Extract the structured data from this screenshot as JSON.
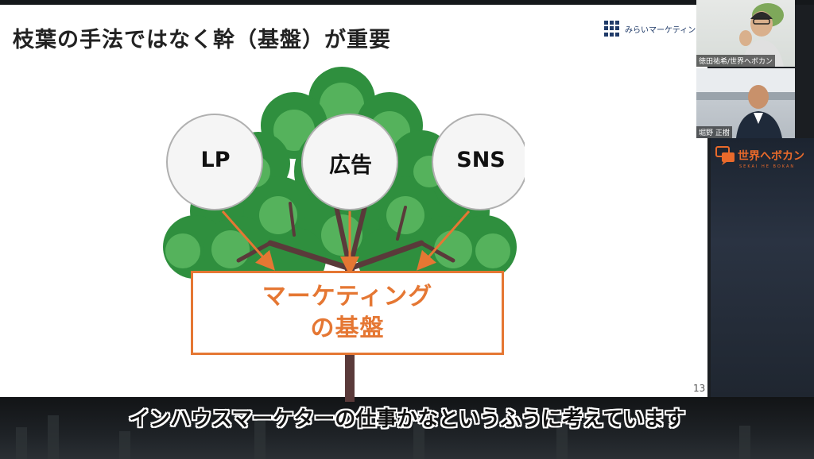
{
  "slide": {
    "title": "枝葉の手法ではなく幹（基盤）が重要",
    "brand": "みらいマーケティング本部",
    "page_number": "13",
    "circles": [
      {
        "label": "LP"
      },
      {
        "label": "広告"
      },
      {
        "label": "SNS"
      }
    ],
    "foundation": {
      "line1": "マーケティング",
      "line2": "の基盤"
    }
  },
  "participants": [
    {
      "name": "徳田祐希/世界へボカン"
    },
    {
      "name": "堀野 正樹"
    }
  ],
  "banner": {
    "title": "世界へボカン",
    "subtitle": "SEKAI HE BOKAN"
  },
  "caption": "インハウスマーケターの仕事かなというふうに考えています",
  "colors": {
    "accent": "#e57733",
    "leaf_dark": "#2f8f3e",
    "leaf_light": "#55b25c",
    "branch": "#5a3a3a",
    "banner_orange": "#e96a2b"
  }
}
